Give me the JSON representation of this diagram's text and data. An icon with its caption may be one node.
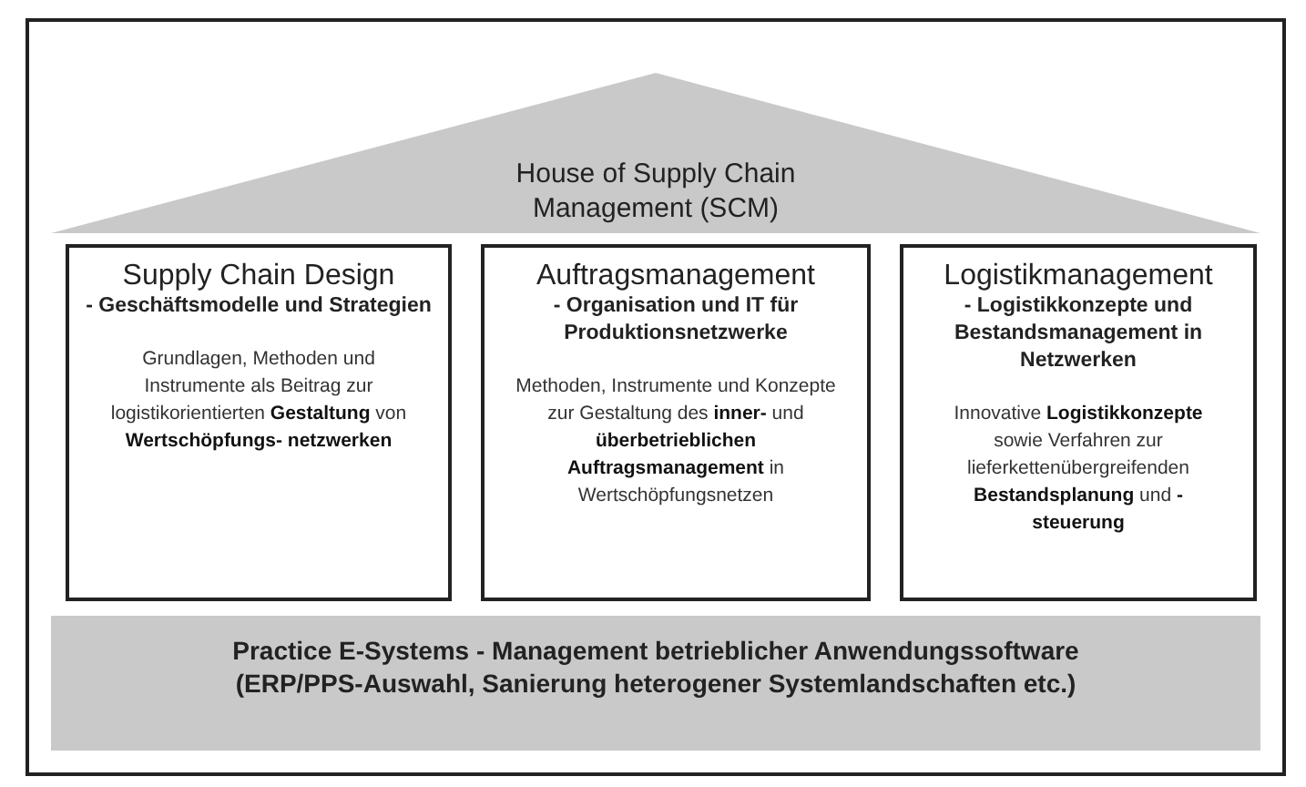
{
  "diagram": {
    "nodes": [
      {
        "text": [
          "House of Supply Chain Management (SCM)"
        ]
      },
      {
        "text": [
          "Supply Chain Design",
          "- Geschäftsmodelle und Strategien",
          "Grundlagen, Methoden und Instrumente als Beitrag zur logistikorientierten **Gestaltung** von **Wertschöpfungs- netzwerken**"
        ]
      },
      {
        "text": [
          "Auftragsmanagement",
          "- Organisation und IT für Produktionsnetzwerke",
          "Methoden, Instrumente und Konzepte zur Gestaltung des **inner-** und **überbetrieblichen Auftragsmanagement** in Wertschöpfungsnetzen"
        ]
      },
      {
        "text": [
          "Logistikmanagement",
          "- Logistikkonzepte und Bestandsmanagement in Netzwerken",
          "Innovative **Logistikkonzepte** sowie Verfahren zur lieferkettenübergreifenden **Bestandsplanung** und **-steuerung**"
        ]
      },
      {
        "text": [
          "Practice E-Systems - Management betrieblicher Anwendungssoftware (ERP/PPS-Auswahl, Sanierung heterogener Systemlandschaften etc.)"
        ]
      }
    ]
  }
}
